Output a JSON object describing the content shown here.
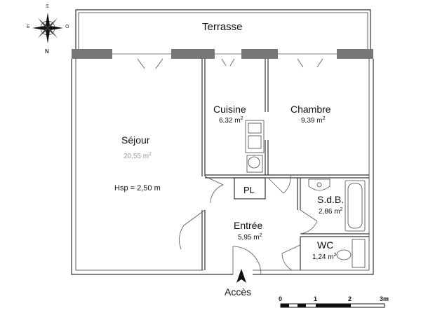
{
  "rooms": {
    "terrasse": {
      "name": "Terrasse"
    },
    "sejour": {
      "name": "Séjour",
      "area": "20,55 m",
      "hsp": "Hsp = 2,50 m"
    },
    "cuisine": {
      "name": "Cuisine",
      "area": "6,32 m"
    },
    "chambre": {
      "name": "Chambre",
      "area": "9,39 m"
    },
    "sdb": {
      "name": "S.d.B.",
      "area": "2,86 m"
    },
    "entree": {
      "name": "Entrée",
      "area": "5,95 m"
    },
    "wc": {
      "name": "WC",
      "area": "1,24 m"
    },
    "pl": {
      "name": "PL"
    }
  },
  "area_unit_superscript": "2",
  "access": {
    "label": "Accès"
  },
  "compass": {
    "top": "S",
    "left": "E",
    "right": "O",
    "bottom": "N"
  },
  "scale": {
    "labels": [
      "0",
      "1",
      "2",
      "3m"
    ]
  }
}
